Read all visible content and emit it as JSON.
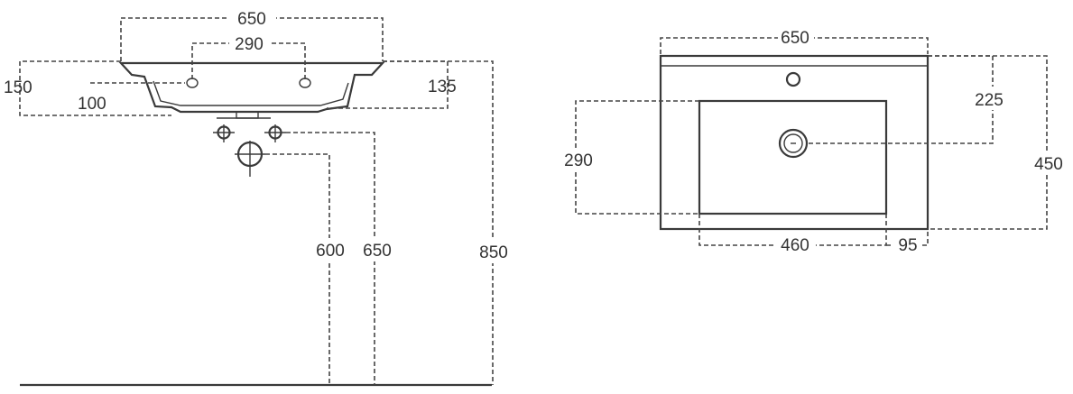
{
  "side_view": {
    "overall_width": "650",
    "tap_holes_spacing": "290",
    "left_height": "150",
    "basin_depth": "100",
    "right_height": "135",
    "drain_height_1": "600",
    "drain_height_2": "650",
    "mounting_height": "850"
  },
  "top_view": {
    "overall_width": "650",
    "tap_to_drain": "225",
    "bowl_depth": "290",
    "overall_depth": "450",
    "bowl_width": "460",
    "right_margin": "95"
  }
}
